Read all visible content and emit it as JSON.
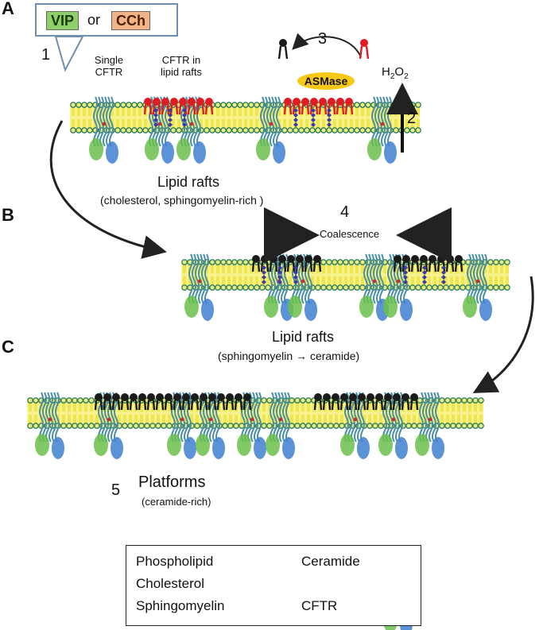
{
  "panels": [
    "A",
    "B",
    "C"
  ],
  "callout": {
    "tag_vip": "VIP",
    "tag_or": "or",
    "tag_cch": "CCh"
  },
  "steps": {
    "s1": "1",
    "s2": "2",
    "s3": "3",
    "s4": "4",
    "s5": "5"
  },
  "labels": {
    "single_cftr_1": "Single",
    "single_cftr_2": "CFTR",
    "cftr_rafts_1": "CFTR in",
    "cftr_rafts_2": "lipid rafts",
    "asmase": "ASMase",
    "h2o2": "H",
    "h2o2_sub1": "2",
    "h2o2_o": "O",
    "h2o2_sub2": "2",
    "rafts_a_title": "Lipid rafts",
    "rafts_a_sub": "(cholesterol, sphingomyelin-rich )",
    "coalescence": "Coalescence",
    "rafts_b_title": "Lipid rafts",
    "rafts_b_sub": "(sphingomyelin → ceramide)",
    "platforms_title": "Platforms",
    "platforms_sub": "(ceramide-rich)"
  },
  "legend": {
    "phospholipid": "Phospholipid",
    "cholesterol": "Cholesterol",
    "sphingomyelin": "Sphingomyelin",
    "ceramide": "Ceramide",
    "cftr": "CFTR"
  },
  "colors": {
    "membrane_fill": "#f7f38a",
    "head_fill": "#e9ec7e",
    "head_stroke": "#2e7d5b",
    "tail": "#e9dd2a",
    "sphingomyelin": "#e11b22",
    "ceramide": "#1b1b1b",
    "cholesterol": "#3b3ba8",
    "cftr_green": "#6abf4b",
    "cftr_blue": "#3f7fd0",
    "asmase": "#f7c815",
    "callout_border": "#6f8fb0"
  }
}
